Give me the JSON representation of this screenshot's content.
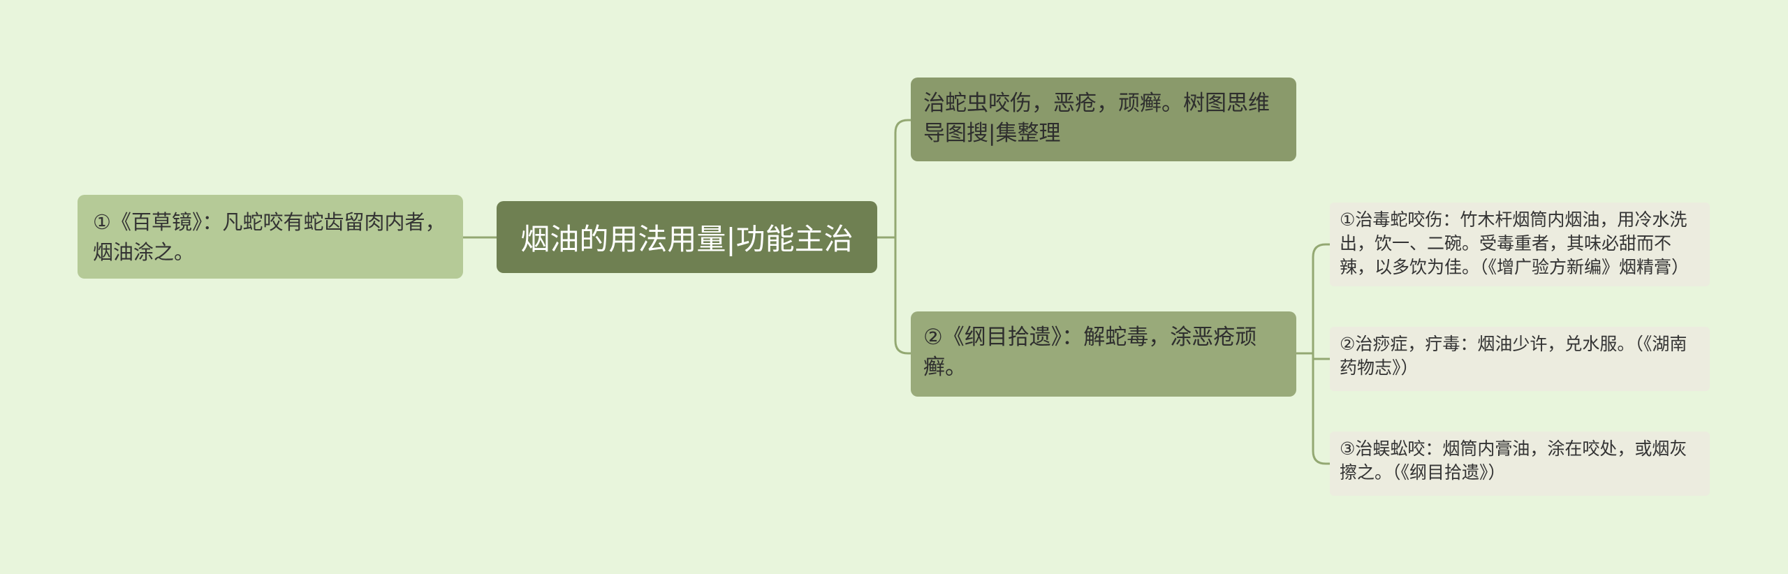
{
  "root": {
    "label": "烟油的用法用量|功能主治"
  },
  "left": [
    {
      "label": "①《百草镜》：凡蛇咬有蛇齿留肉内者，烟油涂之。"
    }
  ],
  "right": [
    {
      "label": "治蛇虫咬伤，恶疮，顽癣。树图思维导图搜|集整理"
    },
    {
      "label": "②《纲目拾遗》：解蛇毒，涂恶疮顽癣。",
      "children": [
        {
          "label": "①治毒蛇咬伤：竹木杆烟筒内烟油，用冷水洗出，饮一、二碗。受毒重者，其味必甜而不辣，以多饮为佳。（《增广验方新编》烟精膏）"
        },
        {
          "label": "②治痧症，疔毒：烟油少许，兑水服。（《湖南药物志》）"
        },
        {
          "label": "③治蜈蚣咬：烟筒内膏油，涂在咬处，或烟灰擦之。（《纲目拾遗》）"
        }
      ]
    }
  ],
  "colors": {
    "background": "#e8f5dc",
    "root": "#6f8052",
    "level1_left": "#b5ca97",
    "level1_right": "#8a9a6b",
    "leaf": "#ececdf",
    "connector": "#93a872"
  }
}
